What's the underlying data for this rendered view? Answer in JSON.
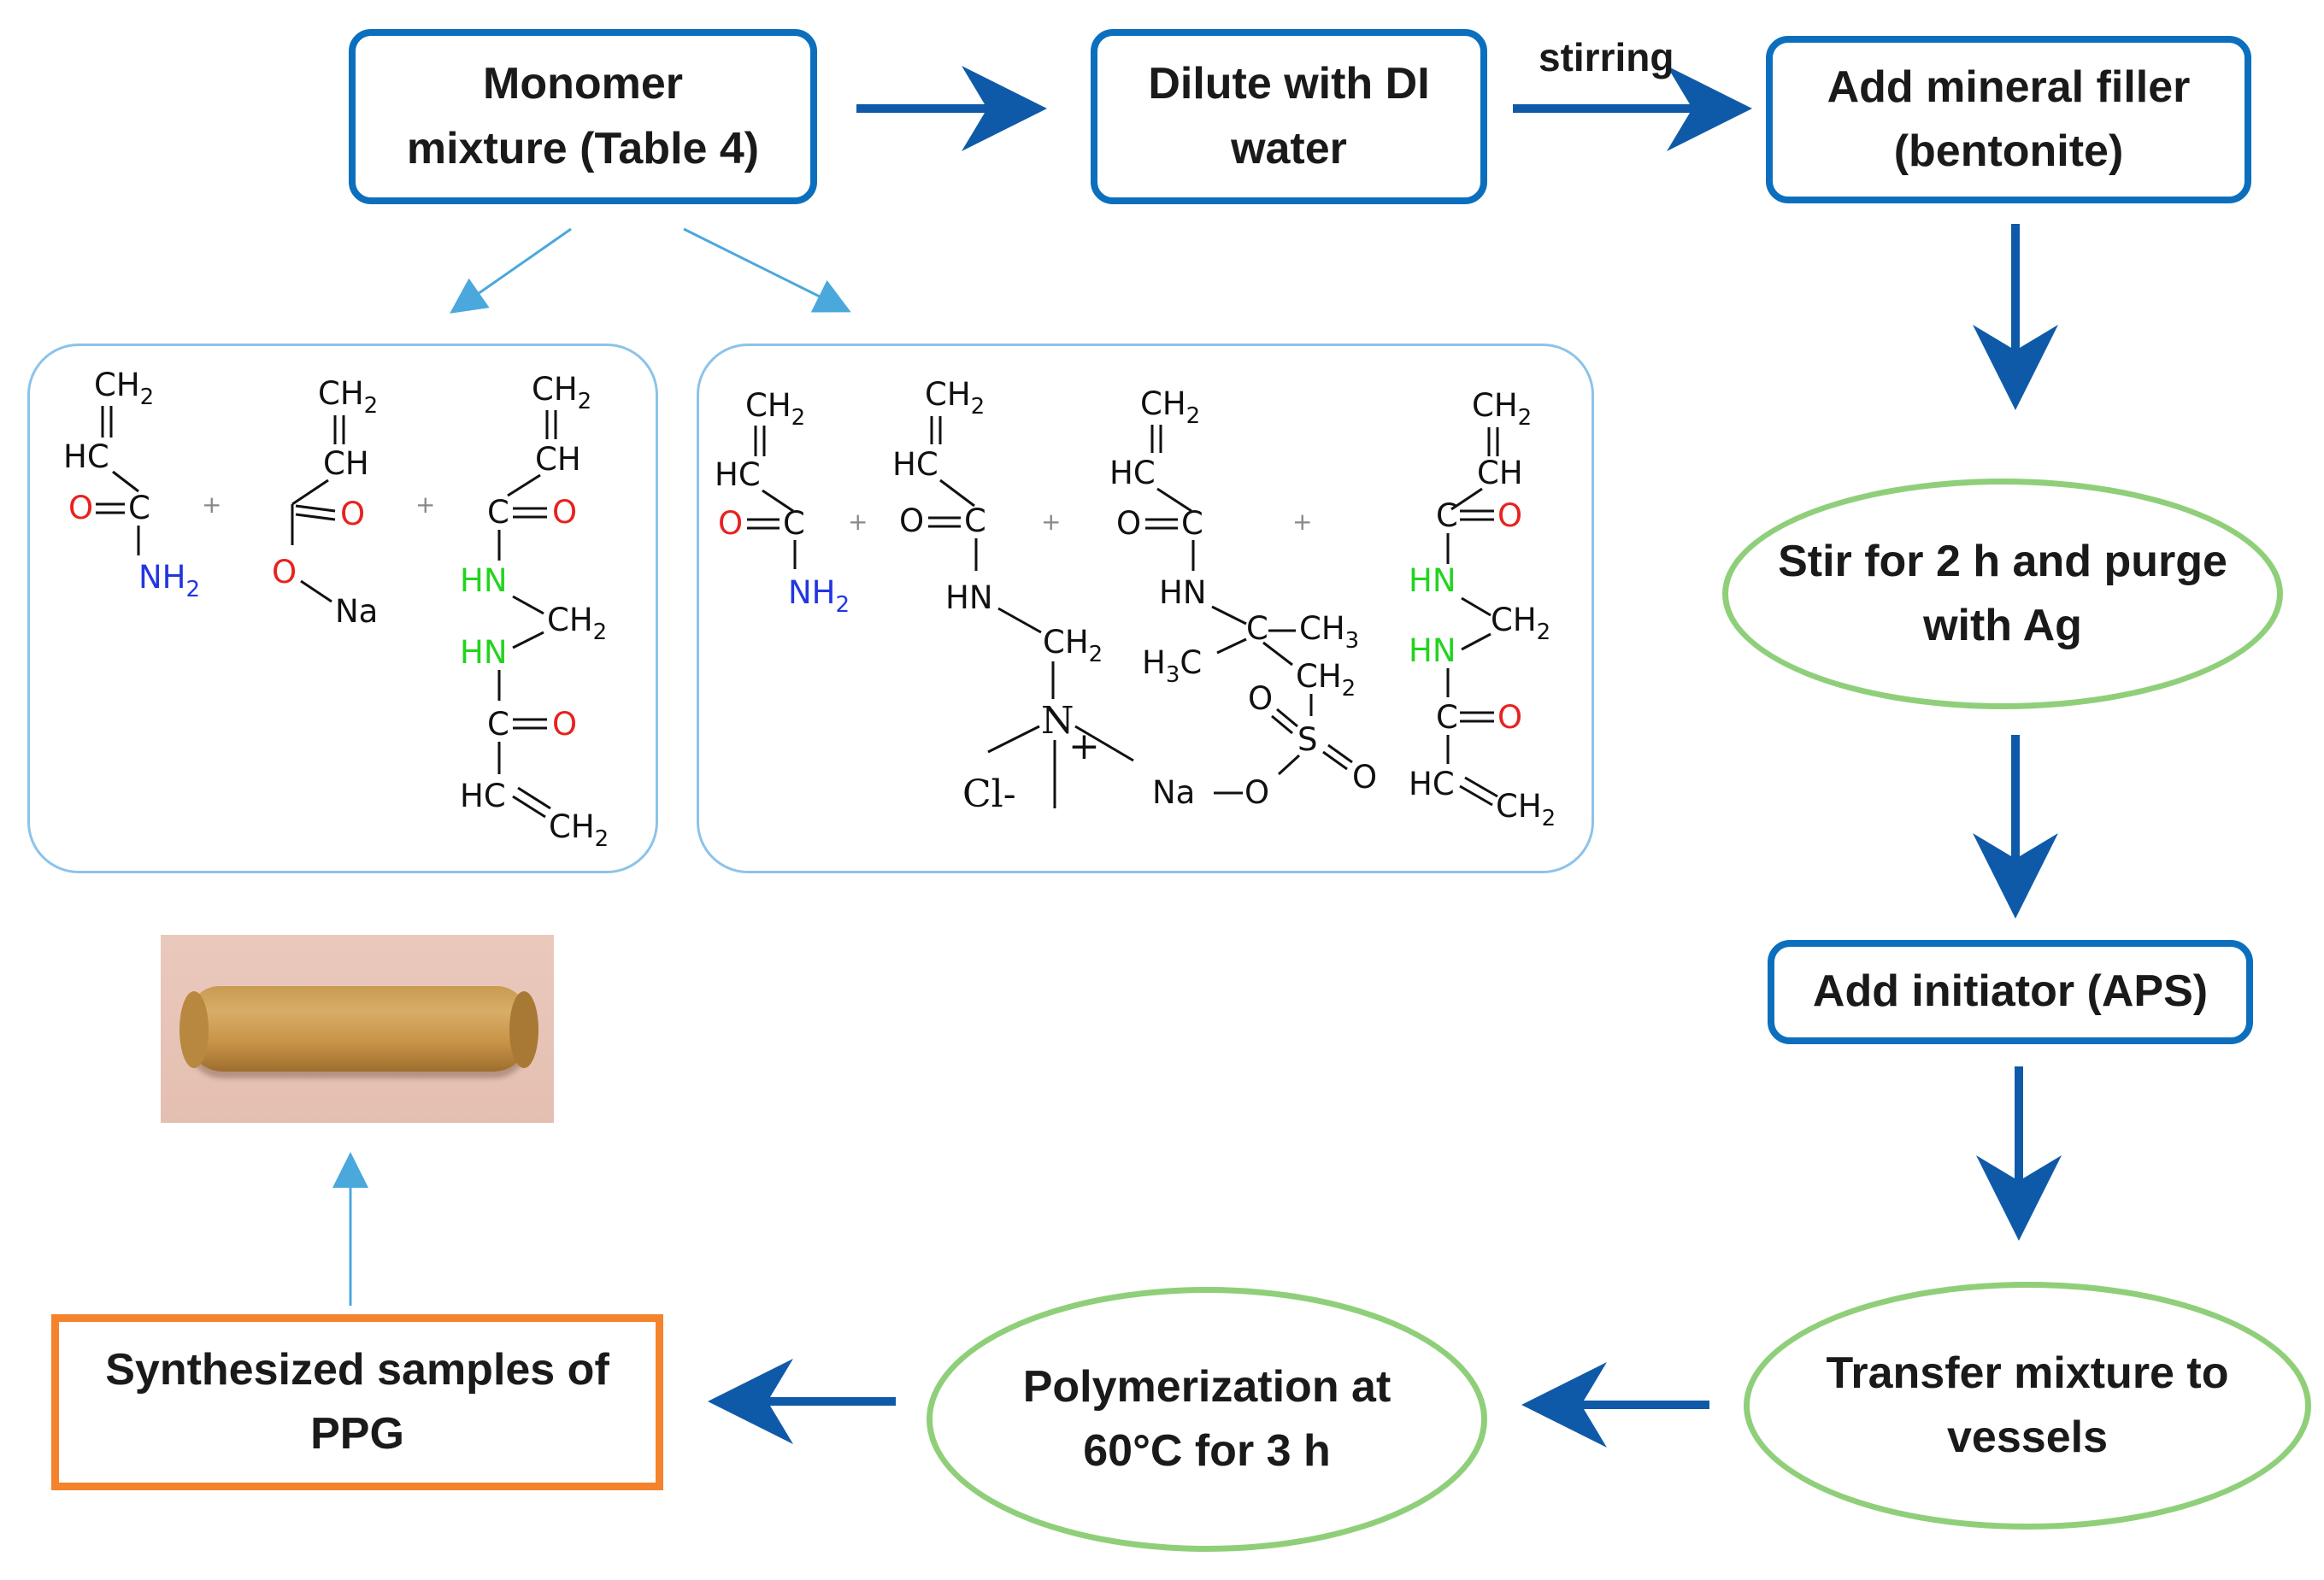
{
  "nodes": {
    "monomer": "Monomer\nmixture (Table 4)",
    "dilute": "Dilute with DI\nwater",
    "filler": "Add mineral filler\n(bentonite)",
    "stir": "Stir for 2 h and purge\nwith Ag",
    "initiator": "Add initiator (APS)",
    "transfer": "Transfer mixture to\nvessels",
    "polymerization": "Polymerization at\n60°C for 3 h",
    "synthesized": "Synthesized samples of\nPPG"
  },
  "edge_labels": {
    "stirring": "stirring"
  },
  "chem": {
    "ch2": "CH",
    "sub2": "2",
    "sub3": "3",
    "hc": "HC",
    "ch": "CH",
    "c": "C",
    "o": "O",
    "n": "N",
    "nh2": "NH",
    "na": "Na",
    "hn": "HN",
    "s": "S",
    "ch3": "CH",
    "h3c": "H",
    "h3c_c": "C",
    "cl": "Cl-",
    "plus": "+",
    "nplus": "+"
  },
  "colors": {
    "box_border": "#0c6fbe",
    "arrow_dark": "#0f5aa8",
    "arrow_light": "#4aa8dc",
    "ellipse_border": "#8fcf7a",
    "final_border": "#f4832b",
    "panel_border": "#8cc3ea",
    "oxygen": "#e8221f",
    "nitrogen": "#2236e0",
    "amide_nh": "#22d41e"
  }
}
